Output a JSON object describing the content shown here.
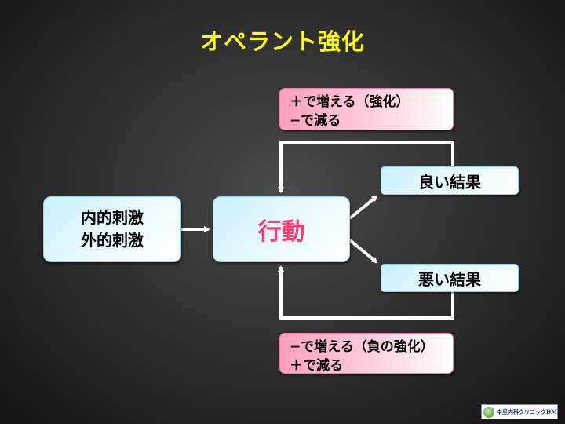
{
  "title": "オペラント強化",
  "stimulus": {
    "line1": "内的刺激",
    "line2": "外的刺激"
  },
  "behavior": "行動",
  "results": {
    "good": "良い結果",
    "bad": "悪い結果"
  },
  "notes": {
    "top": {
      "line1": "＋で増える（強化）",
      "line2": "−で減る"
    },
    "bottom": {
      "line1": "−で増える（負の強化）",
      "line2": "＋で減る"
    }
  },
  "logo_text": "中里内科クリニックDM",
  "colors": {
    "title": "#ffff00",
    "behavior_text": "#ff3b6e",
    "arrows": "#ffffff"
  }
}
